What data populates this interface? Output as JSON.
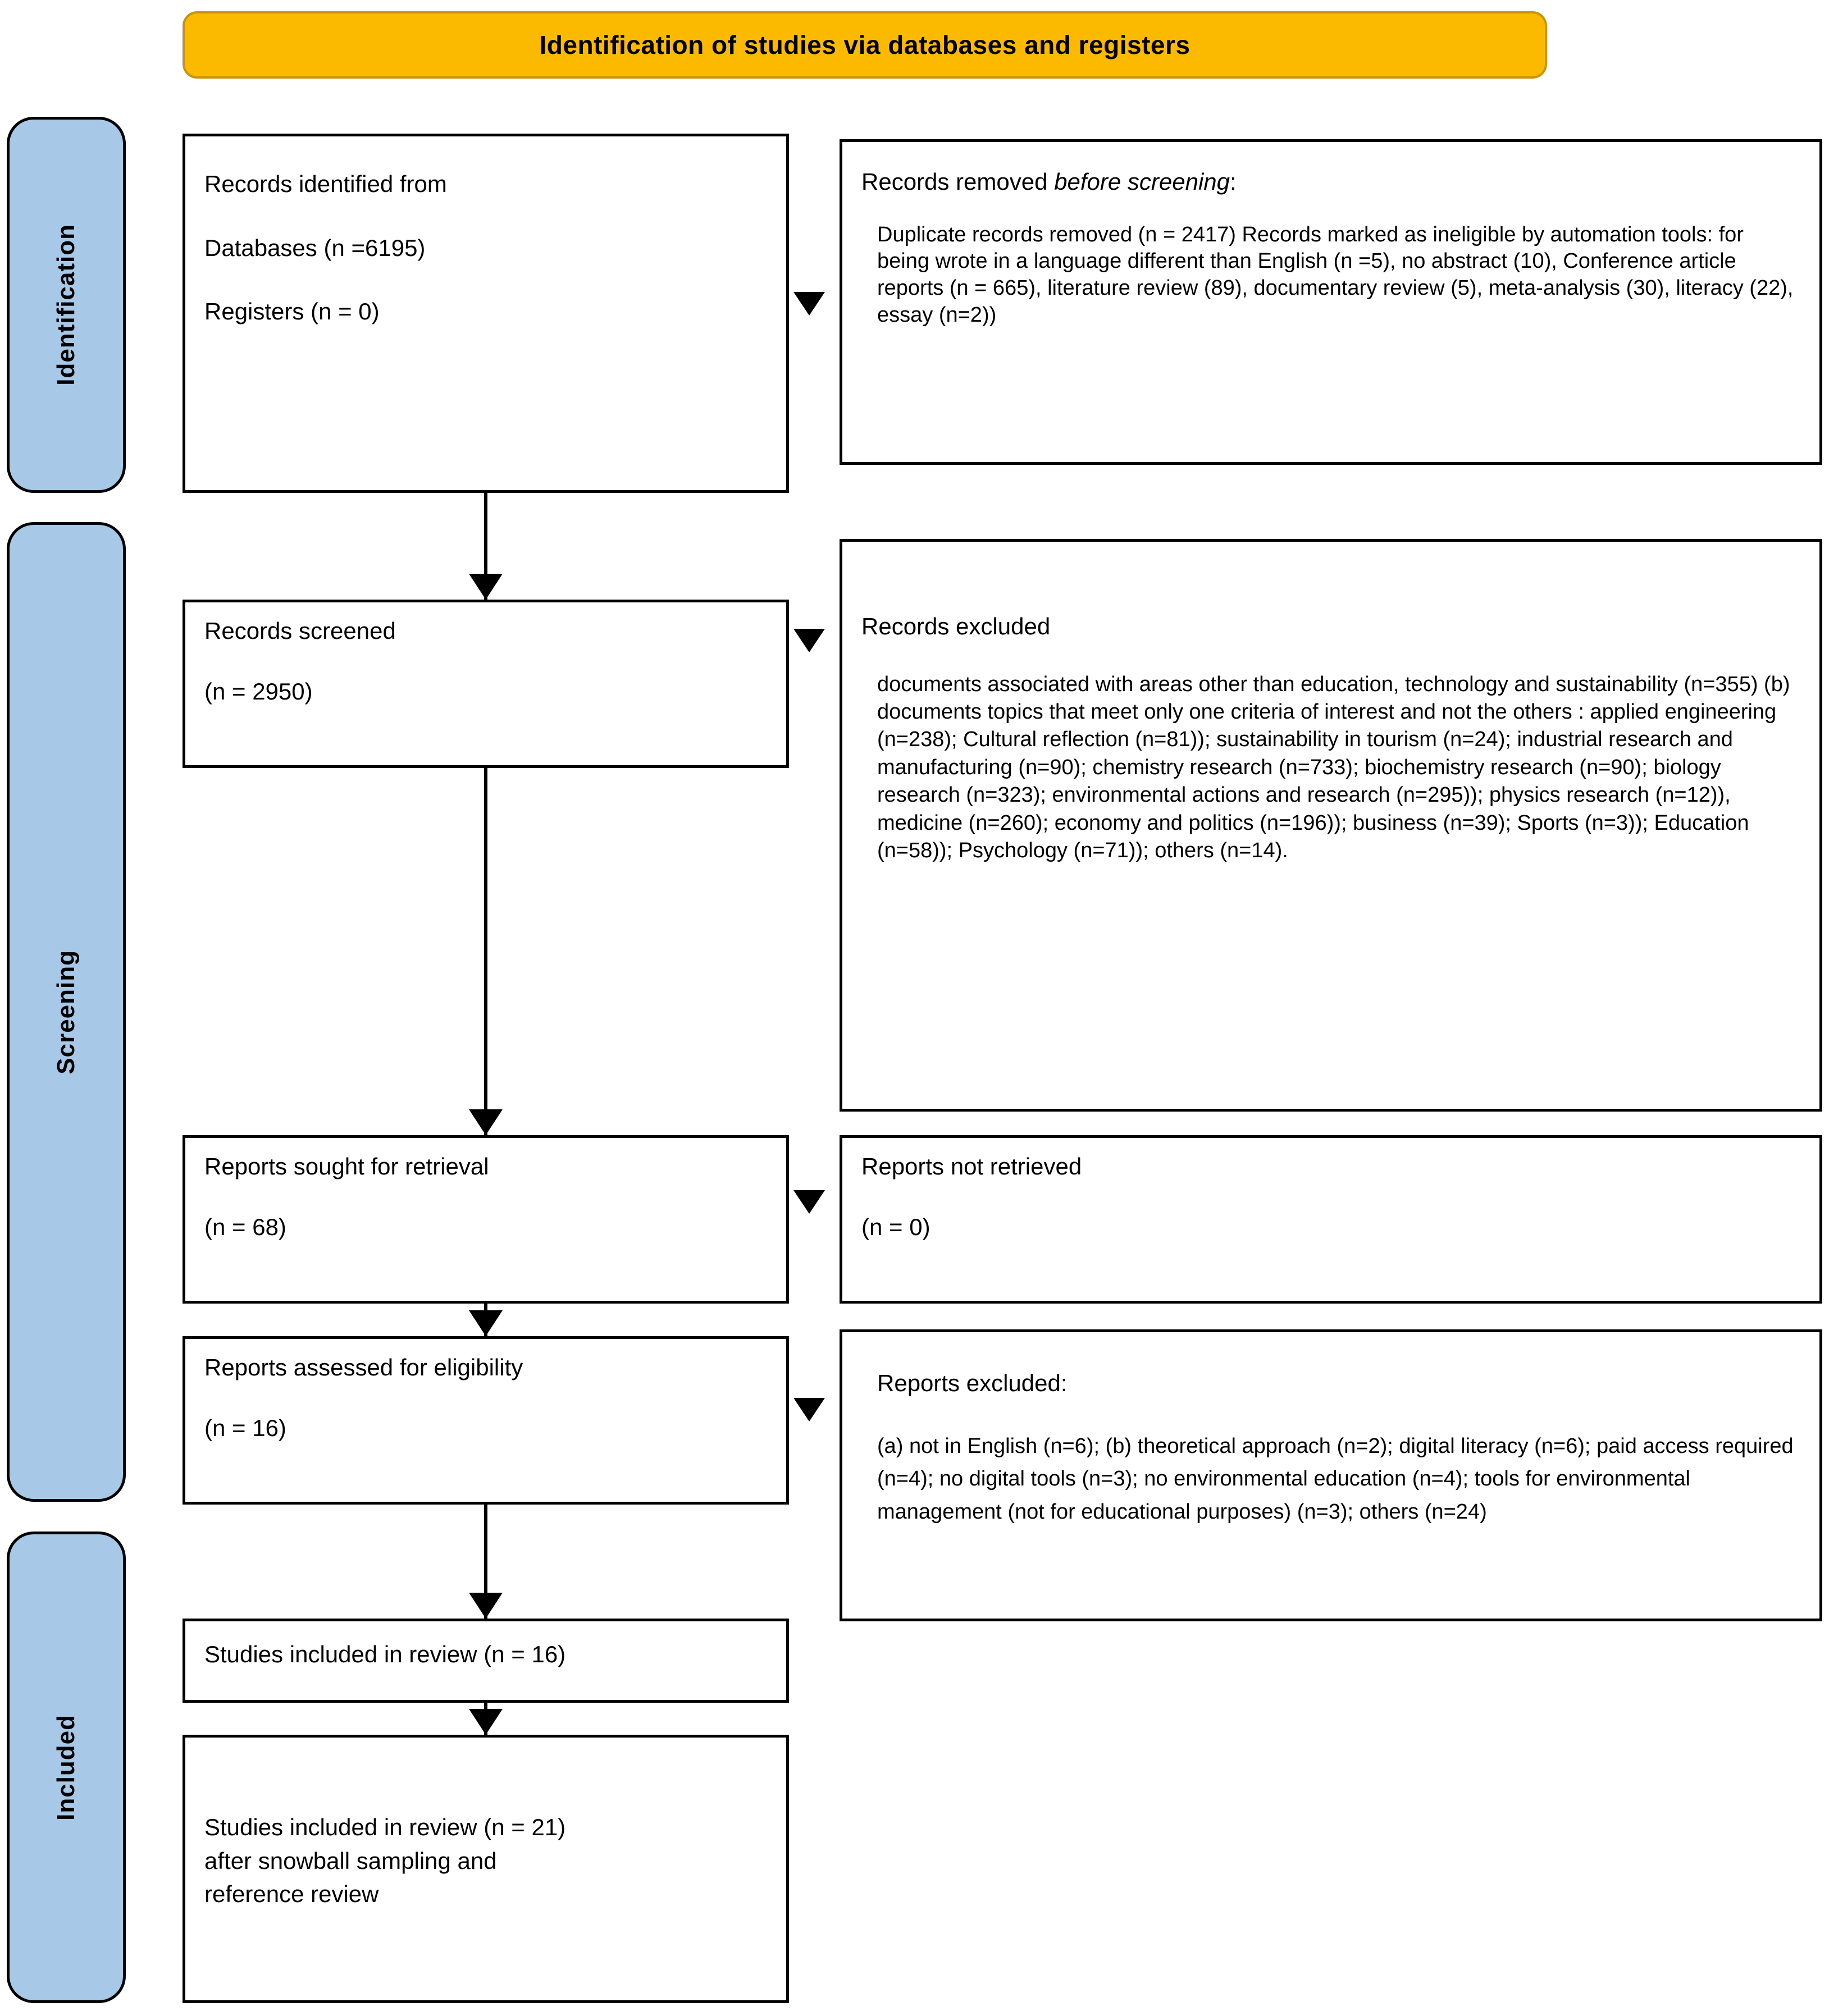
{
  "banner": {
    "title": "Identification of studies via databases and registers"
  },
  "stages": [
    {
      "id": "identification",
      "label": "Identification"
    },
    {
      "id": "screening",
      "label": "Screening"
    },
    {
      "id": "included",
      "label": "Included"
    }
  ],
  "boxes": {
    "identified": {
      "title": "Records identified from",
      "line2": "Databases (n =6195)",
      "line3": "Registers (n = 0)"
    },
    "removed_before_screening": {
      "title_prefix": "Records removed ",
      "title_italic": "before screening",
      "title_suffix": ":",
      "body": "Duplicate records removed (n = 2417)\nRecords marked as ineligible by automation tools: for being wrote in a language different than English (n =5), no abstract (10), Conference article reports (n = 665), literature review (89), documentary review (5), meta-analysis (30), literacy (22), essay (n=2))"
    },
    "screened": {
      "title": "Records screened",
      "count": "(n = 2950)"
    },
    "records_excluded": {
      "title": "Records excluded",
      "body": "documents associated with areas other than education, technology and sustainability (n=355)\n(b) documents topics that meet only one criteria of interest and not the others : applied engineering (n=238); Cultural reflection (n=81)); sustainability in tourism (n=24); industrial research and manufacturing (n=90); chemistry research (n=733); biochemistry research (n=90); biology research (n=323); environmental actions and research (n=295)); physics research (n=12)), medicine (n=260); economy and politics (n=196)); business (n=39); Sports (n=3)); Education (n=58)); Psychology (n=71)); others (n=14)."
    },
    "sought_for_retrieval": {
      "title": "Reports sought for retrieval",
      "count": "(n = 68)"
    },
    "not_retrieved": {
      "title": "Reports not retrieved",
      "count": "(n = 0)"
    },
    "assessed_for_eligibility": {
      "title": "Reports assessed for eligibility",
      "count": "(n = 16)"
    },
    "reports_excluded": {
      "title": "Reports excluded:",
      "body": "(a) not in English (n=6); (b) theoretical approach (n=2); digital literacy (n=6); paid access required (n=4); no digital tools (n=3); no environmental education (n=4); tools for environmental management (not for educational purposes) (n=3); others (n=24)"
    },
    "included_in_review": {
      "title": "Studies included in review (n = 16)"
    },
    "included_after_snowball": {
      "title": "Studies included in review (n = 21)\nafter snowball sampling and\nreference review"
    }
  },
  "colors": {
    "banner_fill": "#FBBA00",
    "banner_border": "#C9940A",
    "stage_fill": "#A8C8E8",
    "box_border": "#000000"
  }
}
